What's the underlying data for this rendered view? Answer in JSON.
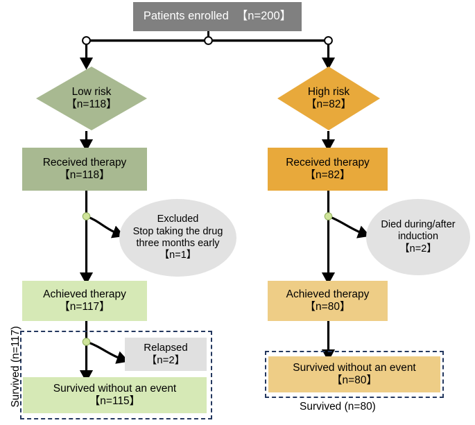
{
  "diagram": {
    "title_node": {
      "label": "Patients enrolled",
      "count": "【n=200】"
    },
    "branches": {
      "low": {
        "risk_label": "Low risk",
        "risk_count": "【n=118】",
        "received_label": "Received therapy",
        "received_count": "【n=118】",
        "excluded_line1": "Excluded",
        "excluded_line2": "Stop taking the drug",
        "excluded_line3": "three months early",
        "excluded_count": "【n=1】",
        "achieved_label": "Achieved therapy",
        "achieved_count": "【n=117】",
        "relapsed_label": "Relapsed",
        "relapsed_count": "【n=2】",
        "survived_label": "Survived without an event",
        "survived_count": "【n=115】",
        "group_caption": "Survived (n=117)"
      },
      "high": {
        "risk_label": "High risk",
        "risk_count": "【n=82】",
        "received_label": "Received therapy",
        "received_count": "【n=82】",
        "excluded_line1": "Died during/after",
        "excluded_line2": "induction",
        "excluded_count": "【n=2】",
        "achieved_label": "Achieved therapy",
        "achieved_count": "【n=80】",
        "survived_label": "Survived without an event",
        "survived_count": "【n=80】",
        "group_caption": "Survived (n=80)"
      }
    },
    "colors": {
      "title_fill": "#808080",
      "low_risk_fill": "#a8b991",
      "low_light_fill": "#d6e9b6",
      "high_risk_fill": "#e8a93b",
      "high_light_fill": "#eecd86",
      "excluded_fill": "#e2e2e2",
      "relapsed_fill": "#e0e0e0",
      "dashed_border": "#23375e",
      "junction_dot": "#cfe49a",
      "connector": "#000000"
    }
  }
}
